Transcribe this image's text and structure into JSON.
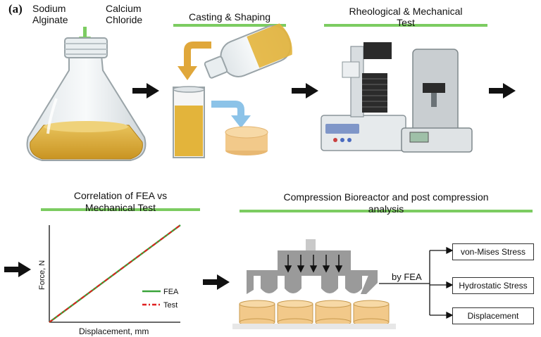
{
  "panel_label": "(a)",
  "top_row": {
    "inputs": {
      "left": "Sodium\nAlginate",
      "right": "Calcium\nChloride"
    },
    "casting_title": "Casting & Shaping",
    "rheo_title_line1": "Rheological & Mechanical",
    "rheo_title_line2": "Test"
  },
  "bottom_row": {
    "corr_title_line1": "Correlation of FEA vs",
    "corr_title_line2": "Mechanical Test",
    "bio_title_line1": "Compression Bioreactor and post compression",
    "bio_title_line2": "analysis",
    "by_fea": "by FEA",
    "outputs": [
      "von-Mises Stress",
      "Hydrostatic Stress",
      "Displacement"
    ]
  },
  "chart_data": {
    "type": "line",
    "xlabel": "Displacement, mm",
    "ylabel": "Force, N",
    "series": [
      {
        "name": "FEA",
        "color": "#3aa33a",
        "style": "solid",
        "x": [
          0,
          1
        ],
        "y": [
          0,
          1
        ]
      },
      {
        "name": "Test",
        "color": "#e02020",
        "style": "dashdot",
        "x": [
          0,
          1
        ],
        "y": [
          0,
          1
        ]
      }
    ],
    "legend_position": "bottom-right",
    "grid": false
  },
  "colors": {
    "accent_bar": "#7ccc61",
    "liquid": "#e3b43b",
    "arrow_orange": "#e0a73a",
    "arrow_blue": "#8cc3e8",
    "hydrogel": "#f2c98a",
    "bioreactor_gray": "#9a9a9a"
  }
}
